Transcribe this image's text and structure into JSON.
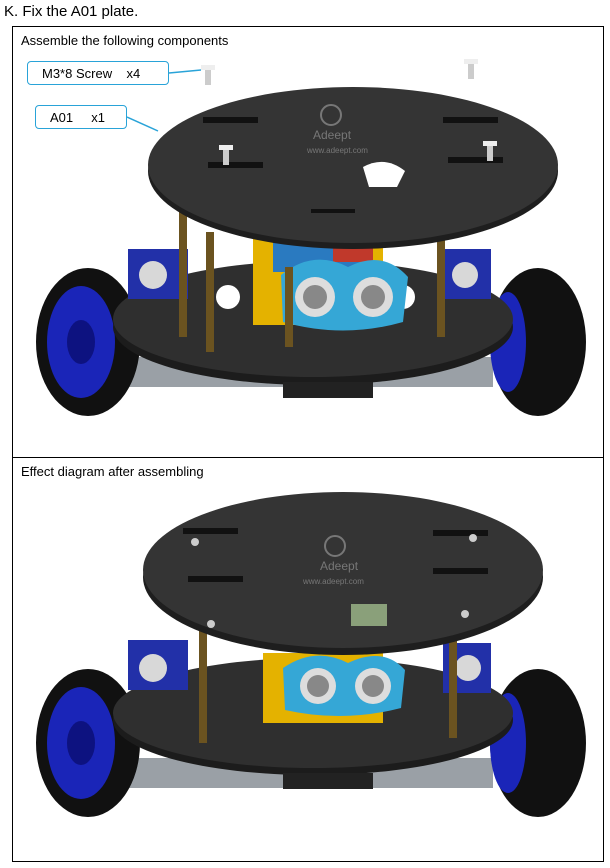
{
  "heading": "K.   Fix the A01 plate.",
  "section1": {
    "title": "Assemble the following components",
    "callouts": [
      {
        "label": "M3*8 Screw    x4"
      },
      {
        "label": "A01     x1"
      }
    ]
  },
  "section2": {
    "title": "Effect diagram after assembling"
  },
  "logo_text": {
    "brand": "Adeept",
    "url": "www.adeept.com"
  },
  "colors": {
    "plate": "#2b2b2b",
    "wheel_rim": "#1a25b8",
    "sensor": "#35a7d6",
    "callout_border": "#29a3d8"
  }
}
